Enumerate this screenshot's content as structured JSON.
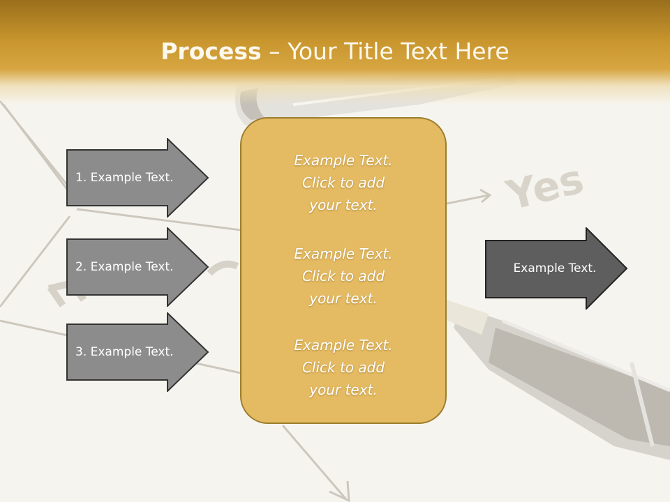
{
  "title": {
    "bold": "Process",
    "rest": " – Your Title Text Here"
  },
  "left_arrows": [
    {
      "label": "1. Example Text."
    },
    {
      "label": "2. Example Text."
    },
    {
      "label": "3. Example Text."
    }
  ],
  "center_items": [
    {
      "lines": [
        "Example Text.",
        "Click  to add",
        "your text."
      ]
    },
    {
      "lines": [
        "Example Text.",
        "Click  to add",
        "your text."
      ]
    },
    {
      "lines": [
        "Example Text.",
        "Click  to add",
        "your text."
      ]
    }
  ],
  "right_arrow": {
    "label": "Example Text."
  },
  "background_text": {
    "yes": "Yes"
  },
  "colors": {
    "header_gold": "#c9962e",
    "box_fill": "#e4ba62",
    "box_border": "#9b7d2c",
    "left_arrow_fill": "#8c8c8c",
    "right_arrow_fill": "#5e5e5e"
  }
}
